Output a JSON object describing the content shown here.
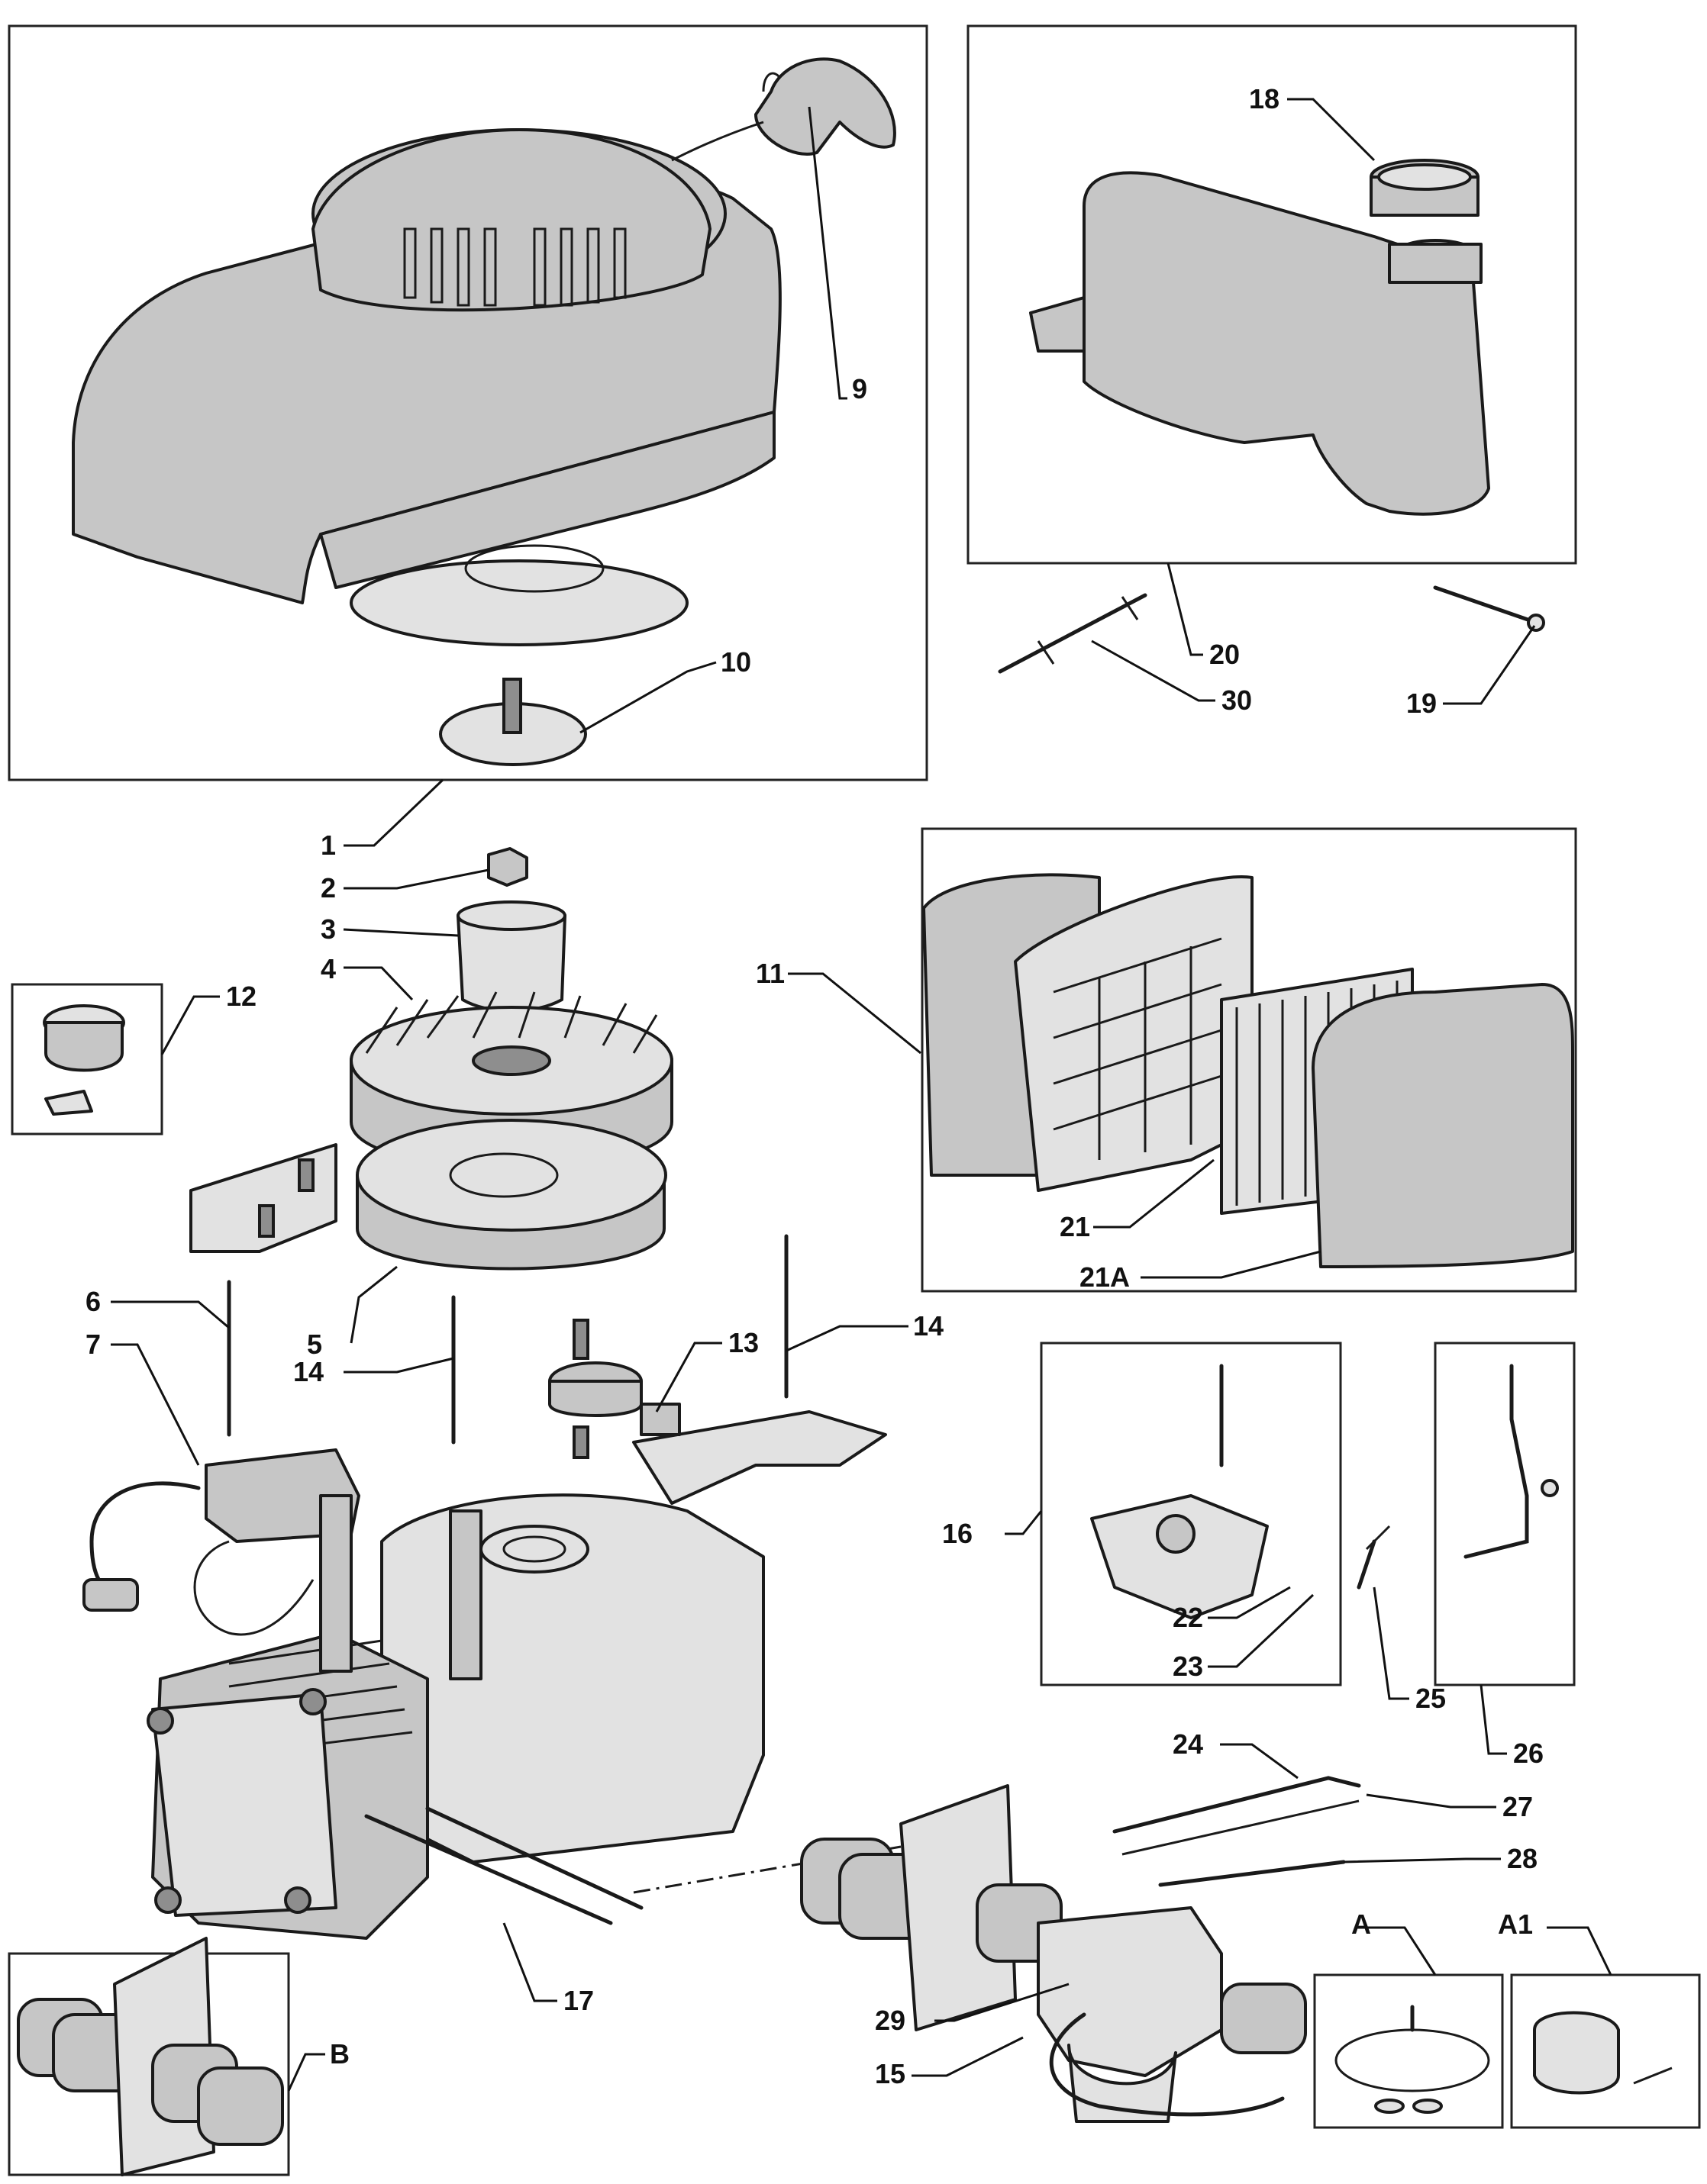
{
  "labels": {
    "l1": "1",
    "l2": "2",
    "l3": "3",
    "l4": "4",
    "l5": "5",
    "l6": "6",
    "l7": "7",
    "l9": "9",
    "l10": "10",
    "l11": "11",
    "l12": "12",
    "l13": "13",
    "l14a": "14",
    "l14b": "14",
    "l15": "15",
    "l16": "16",
    "l17": "17",
    "l18": "18",
    "l19": "19",
    "l20": "20",
    "l21": "21",
    "l21a": "21A",
    "l22": "22",
    "l23": "23",
    "l24": "24",
    "l25": "25",
    "l26": "26",
    "l27": "27",
    "l28": "28",
    "l29": "29",
    "l30": "30",
    "la": "A",
    "la1": "A1",
    "lb": "B"
  },
  "icons": {
    "recoil-starter": "recoil-starter-icon",
    "fuel-tank": "fuel-tank-icon",
    "air-filter": "air-filter-icon",
    "engine-block": "engine-block-icon",
    "carburetor": "carburetor-icon"
  },
  "colors": {
    "part_fill": "#c6c6c6",
    "outline": "#1a1a1a"
  }
}
